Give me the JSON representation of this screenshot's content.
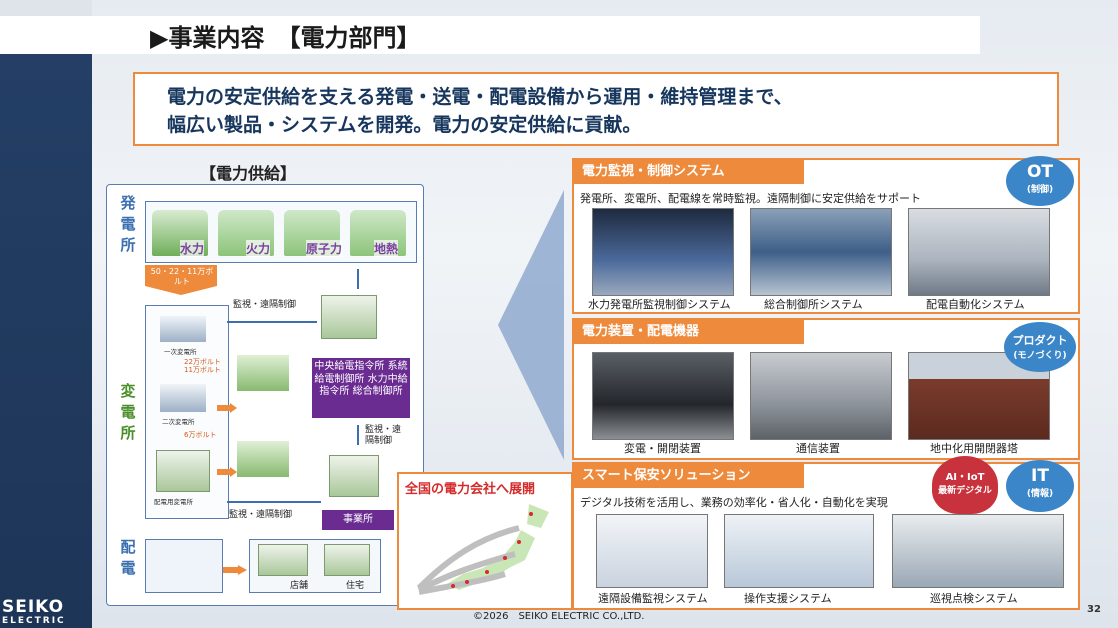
{
  "slide": {
    "title": "▶事業内容　【電力部門】",
    "summary_line1": "電力の安定供給を支える発電・送電・配電設備から運用・維持管理まで、",
    "summary_line2": "幅広い製品・システムを開発。電力の安定供給に貢献。",
    "page_number": "32",
    "copyright": "©2026　SEIKO ELECTRIC CO.,LTD.",
    "logo_line1": "SEIKO",
    "logo_line2": "ELECTRIC"
  },
  "supply": {
    "heading": "【電力供給】",
    "generation_label": "発電所",
    "substation_label": "変電所",
    "distribution_label": "配電",
    "plants": [
      "水力",
      "火力",
      "原子力",
      "地熱"
    ],
    "voltage_main": "50・22・11万ボルト",
    "voltage_1": "22万ボルト 11万ボルト",
    "voltage_2": "6万ボルト",
    "substations": [
      "一次変電所",
      "二次変電所",
      "配電用変電所"
    ],
    "remote_1": "監視・遠隔制御",
    "remote_2": "監視・遠隔制御",
    "remote_3": "監視・遠隔制御",
    "control_centers": "中央給電指令所 系統給電制御所 水力中給指令所 総合制御所",
    "office": "事業所",
    "consumers": [
      "店舗",
      "住宅"
    ]
  },
  "expansion": {
    "label": "全国の電力会社へ展開"
  },
  "sections": [
    {
      "title": "電力監視・制御システム",
      "description": "発電所、変電所、配電線を常時監視。遠隔制御に安定供給をサポート",
      "captions": [
        "水力発電所監視制御システム",
        "総合制御所システム",
        "配電自動化システム"
      ],
      "badge_main": "OT",
      "badge_sub": "(制御)",
      "badge_color": "#3b86c8"
    },
    {
      "title": "電力装置・配電機器",
      "description": "",
      "captions": [
        "変電・開閉装置",
        "通信装置",
        "地中化用開閉器塔"
      ],
      "badge_main": "プロダクト",
      "badge_sub": "(モノづくり)",
      "badge_color": "#3b86c8"
    },
    {
      "title": "スマート保安ソリューション",
      "description": "デジタル技術を活用し、業務の効率化・省人化・自動化を実現",
      "captions": [
        "遠隔設備監視システム",
        "操作支援システム",
        "巡視点検システム"
      ],
      "badge_main": "IT",
      "badge_sub": "(情報)",
      "badge_color": "#3b86c8",
      "badge2_main": "AI・IoT",
      "badge2_sub": "最新デジタル",
      "badge2_color": "#c8323c"
    }
  ]
}
